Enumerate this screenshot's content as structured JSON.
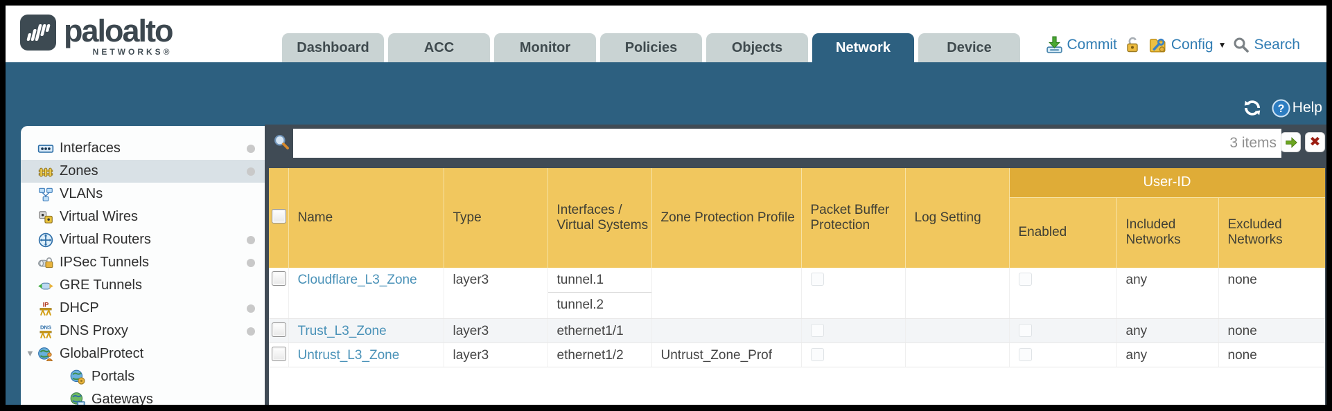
{
  "brand": {
    "name": "paloalto",
    "sub": "NETWORKS®"
  },
  "nav": {
    "tabs": [
      {
        "label": "Dashboard",
        "active": false
      },
      {
        "label": "ACC",
        "active": false
      },
      {
        "label": "Monitor",
        "active": false
      },
      {
        "label": "Policies",
        "active": false
      },
      {
        "label": "Objects",
        "active": false
      },
      {
        "label": "Network",
        "active": true
      },
      {
        "label": "Device",
        "active": false
      }
    ]
  },
  "actions": {
    "commit": "Commit",
    "config": "Config",
    "search": "Search"
  },
  "band": {
    "help": "Help"
  },
  "sidebar": {
    "items": [
      {
        "label": "Interfaces",
        "icon": "interfaces",
        "dot": true
      },
      {
        "label": "Zones",
        "icon": "zones",
        "selected": true,
        "dot": true
      },
      {
        "label": "VLANs",
        "icon": "vlans"
      },
      {
        "label": "Virtual Wires",
        "icon": "virtual-wires"
      },
      {
        "label": "Virtual Routers",
        "icon": "virtual-routers",
        "dot": true
      },
      {
        "label": "IPSec Tunnels",
        "icon": "ipsec-tunnels",
        "dot": true
      },
      {
        "label": "GRE Tunnels",
        "icon": "gre-tunnels"
      },
      {
        "label": "DHCP",
        "icon": "dhcp",
        "dot": true
      },
      {
        "label": "DNS Proxy",
        "icon": "dns-proxy",
        "dot": true
      },
      {
        "label": "GlobalProtect",
        "icon": "globalprotect",
        "expanded": true
      },
      {
        "label": "Portals",
        "icon": "portals",
        "indent": true
      },
      {
        "label": "Gateways",
        "icon": "gateways",
        "indent": true
      }
    ]
  },
  "toolbar": {
    "filter_value": "",
    "count": "3 items"
  },
  "table": {
    "group_header": "User-ID",
    "columns": [
      "Name",
      "Type",
      "Interfaces / Virtual Systems",
      "Zone Protection Profile",
      "Packet Buffer Protection",
      "Log Setting"
    ],
    "user_id_columns": [
      "Enabled",
      "Included Networks",
      "Excluded Networks"
    ],
    "rows": [
      {
        "name": "Cloudflare_L3_Zone",
        "type": "layer3",
        "interfaces": [
          "tunnel.1",
          "tunnel.2"
        ],
        "zone_protection_profile": "",
        "packet_buffer_protection": false,
        "log_setting": "",
        "user_id_enabled": false,
        "included_networks": "any",
        "excluded_networks": "none",
        "alt": false
      },
      {
        "name": "Trust_L3_Zone",
        "type": "layer3",
        "interfaces": [
          "ethernet1/1"
        ],
        "zone_protection_profile": "",
        "packet_buffer_protection": false,
        "log_setting": "",
        "user_id_enabled": false,
        "included_networks": "any",
        "excluded_networks": "none",
        "alt": true
      },
      {
        "name": "Untrust_L3_Zone",
        "type": "layer3",
        "interfaces": [
          "ethernet1/2"
        ],
        "zone_protection_profile": "Untrust_Zone_Prof",
        "packet_buffer_protection": false,
        "log_setting": "",
        "user_id_enabled": false,
        "included_networks": "any",
        "excluded_networks": "none",
        "alt": false
      }
    ]
  }
}
